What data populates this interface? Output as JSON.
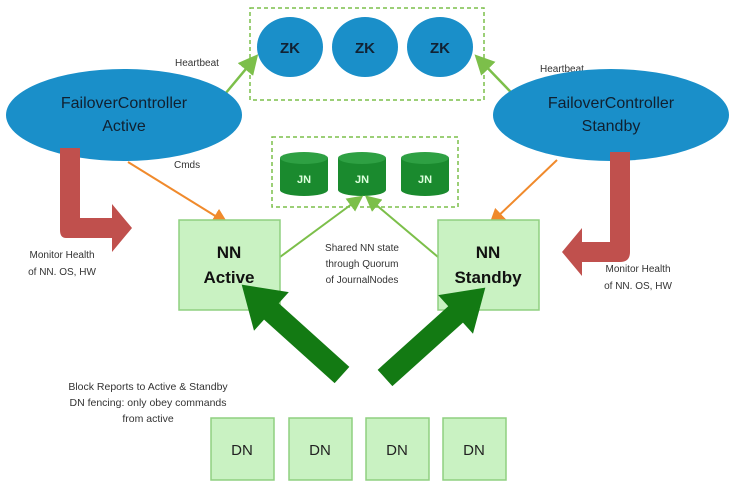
{
  "zookeeper": {
    "nodes": [
      "ZK",
      "ZK",
      "ZK"
    ]
  },
  "failover_active": {
    "line1": "FailoverController",
    "line2": "Active"
  },
  "failover_standby": {
    "line1": "FailoverController",
    "line2": "Standby"
  },
  "labels": {
    "heartbeat_left": "Heartbeat",
    "heartbeat_right": "Heartbeat",
    "cmds": "Cmds",
    "monitor_left": [
      "Monitor Health",
      "of NN. OS, HW"
    ],
    "monitor_right": [
      "Monitor Health",
      "of NN. OS, HW"
    ],
    "shared_state": [
      "Shared NN state",
      "through Quorum",
      "of JournalNodes"
    ],
    "block_reports": [
      "Block Reports to Active & Standby",
      "DN fencing: only obey commands",
      "from active"
    ]
  },
  "journalnodes": {
    "nodes": [
      "JN",
      "JN",
      "JN"
    ]
  },
  "nn_active": {
    "line1": "NN",
    "line2": "Active"
  },
  "nn_standby": {
    "line1": "NN",
    "line2": "Standby"
  },
  "datanodes": {
    "nodes": [
      "DN",
      "DN",
      "DN",
      "DN"
    ]
  },
  "colors": {
    "zk_blue": "#1a8fc9",
    "nn_fill": "#c9f2c2",
    "jn_green": "#1a8a2e",
    "arrow_green": "#137a13",
    "red_arrow": "#c0504d",
    "orange": "#f08a2c",
    "line_green": "#7cbf4a"
  }
}
